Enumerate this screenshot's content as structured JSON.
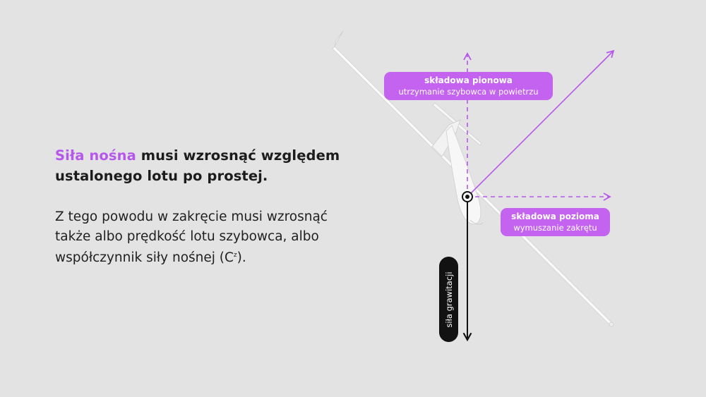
{
  "text": {
    "headline_accent": "Siła nośna",
    "headline_rest": " musi wzrosnąć względem ustalonego lotu po prostej.",
    "body_main": "Z tego powodu w zakręcie musi wzrosnąć\ntakże albo prędkość lotu szybowca, albo\nwspółczynnik siły nośnej (C",
    "body_sup": "z",
    "body_end": ")."
  },
  "labels": {
    "vertical": {
      "title": "składowa pionowa",
      "subtitle": "utrzymanie szybowca w powietrzu"
    },
    "horizontal": {
      "title": "składowa pozioma",
      "subtitle": "wymuszanie zakrętu"
    },
    "gravity": "siła grawitacji"
  },
  "colors": {
    "background": "#e3e3e3",
    "accent": "#b657ec",
    "label_fill": "#c463f0",
    "dark": "#121212"
  }
}
